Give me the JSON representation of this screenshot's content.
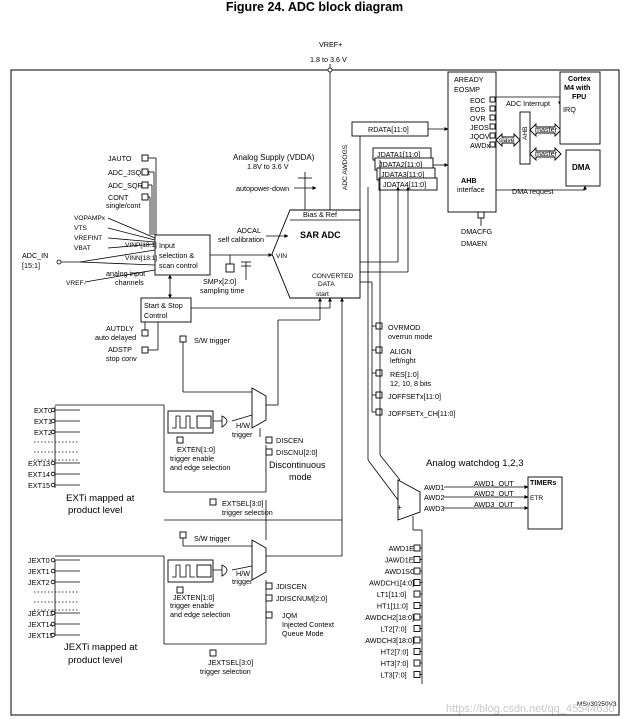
{
  "title": "Figure 24. ADC block diagram",
  "vref": {
    "label": "VREF+",
    "range": "1.8 to 3.6 V"
  },
  "supply": {
    "label": "Analog Supply (VDDA)",
    "range": "1.8V to 3.6 V"
  },
  "autopower": "autopower-down",
  "adc_awdogs": "ADC AWDOGS",
  "bias": "Bias & Ref",
  "sar": {
    "title": "SAR ADC",
    "vin": "VIN",
    "conv1": "CONVERTED",
    "conv2": "DATA",
    "start": "start"
  },
  "adcal": {
    "l1": "ADCAL",
    "l2": "self calibration"
  },
  "smp": {
    "l1": "SMPx[2:0]",
    "l2": "sampling time"
  },
  "input_sel": {
    "l1": "Input",
    "l2": "selection &",
    "l3": "scan control"
  },
  "adc_in": {
    "l1": "ADC_IN",
    "l2": "[15:1]"
  },
  "vrefm": "VREF-",
  "analog_ch": {
    "l1": "analog input",
    "l2": "channels"
  },
  "vinp": "VINP[18:1]",
  "vinn": "VINN[18:1]",
  "inputs_left": [
    "VOPAMPx",
    "VTS",
    "VREFINT",
    "VBAT"
  ],
  "ctrl_bits": [
    "JAUTO",
    "ADC_JSQRx",
    "ADC_SQRx",
    "CONT",
    "single/cont"
  ],
  "startstop": {
    "l1": "Start & Stop",
    "l2": "Control"
  },
  "autdly": {
    "l1": "AUTDLY",
    "l2": "auto delayed"
  },
  "adstp": {
    "l1": "ADSTP",
    "l2": "stop conv"
  },
  "sw_trigger": "S/W trigger",
  "hw_trigger": {
    "l1": "H/W",
    "l2": "trigger"
  },
  "exten": {
    "l1": "EXTEN[1:0]",
    "l2": "trigger enable",
    "l3": "and edge selection"
  },
  "disc": [
    "DISCEN",
    "DISCNU[2:0]"
  ],
  "disc_mode": {
    "l1": "Discontinuous",
    "l2": "mode"
  },
  "extsel": {
    "l1": "EXTSEL[3:0]",
    "l2": "trigger selection"
  },
  "ext_inputs": [
    "EXT0",
    "EXT1",
    "EXT2",
    "EXT13",
    "EXT14",
    "EXT15"
  ],
  "exti_mapped": {
    "l1": "EXTi mapped at",
    "l2": "product level"
  },
  "jexten": {
    "l1": "JEXTEN[1:0]",
    "l2": "trigger enable",
    "l3": "and edge selection"
  },
  "jdisc": [
    "JDISCEN",
    "JDISCNUM[2:0]"
  ],
  "jqm": {
    "l1": "JQM",
    "l2": "Injected Context",
    "l3": "Queue Mode"
  },
  "jextsel": {
    "l1": "JEXTSEL[3:0]",
    "l2": "trigger selection"
  },
  "jext_inputs": [
    "JEXT0",
    "JEXT1",
    "JEXT2",
    "JEXT13",
    "JEXT14",
    "JEXT15"
  ],
  "jexti_mapped": {
    "l1": "JEXTi mapped at",
    "l2": "product level"
  },
  "ovrmod": {
    "l1": "OVRMOD",
    "l2": "overrun mode"
  },
  "align": {
    "l1": "ALIGN",
    "l2": "left/right"
  },
  "res": {
    "l1": "RES[1:0]",
    "l2": "12, 10, 8 bits"
  },
  "joffset": "JOFFSETx[11:0]",
  "joffset_ch": "JOFFSETx_CH[11:0]",
  "rdata": "RDATA[11:0]",
  "jdata": [
    "JDATA1[11:0]",
    "JDATA2[11:0]",
    "JDATA3[11:0]",
    "JDATA4[11:0]"
  ],
  "flags": [
    "AREADY",
    "EOSMP",
    "EOC",
    "EOS",
    "OVR",
    "JEOS",
    "JQOVF",
    "AWDx"
  ],
  "ahb_if": {
    "l1": "AHB",
    "l2": "interface"
  },
  "ahb_bus": "AHB",
  "slave": "slave",
  "master": "master",
  "dmacfg": "DMACFG",
  "dmaen": "DMAEN",
  "adc_interrupt": "ADC Interrupt",
  "irq": "IRQ",
  "cortex": {
    "l1": "Cortex",
    "l2": "M4 with",
    "l3": "FPU"
  },
  "dma": "DMA",
  "dma_request": "DMA request",
  "watchdog_title": "Analog watchdog 1,2,3",
  "awd": [
    "AWD1",
    "AWD2",
    "AWD3"
  ],
  "awd_out": [
    "AWD1_OUT",
    "AWD2_OUT",
    "AWD3_OUT"
  ],
  "timers": {
    "l1": "TIMERs",
    "l2": "ETR"
  },
  "awd_bits": [
    "AWD1EN",
    "JAWD1EN",
    "AWD1SGL",
    "AWDCH1[4:0]",
    "LT1[11:0]",
    "HT1[11:0]",
    "AWDCH2[18:0]",
    "LT2[7:0]",
    "AWDCH3[18:0]",
    "HT2[7:0]",
    "HT3[7:0]",
    "LT3[7:0]"
  ],
  "ref_code": "MSv30250V3",
  "watermark": "https://blog.csdn.net/qq_45544630"
}
